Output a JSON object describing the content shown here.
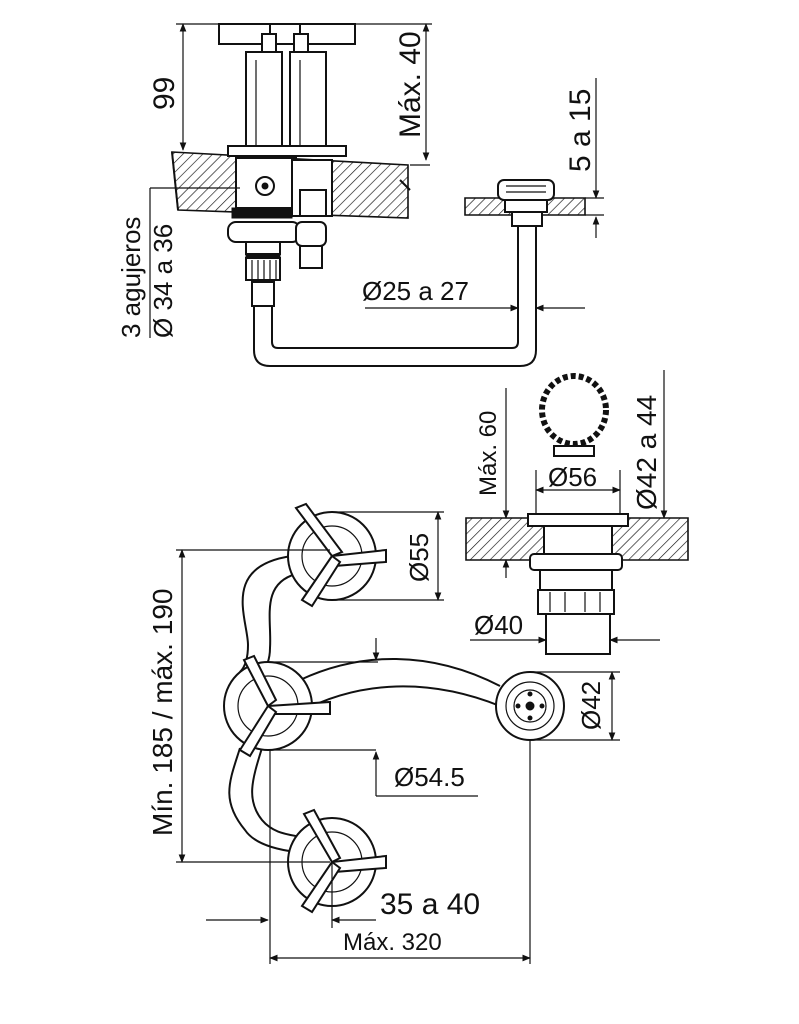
{
  "labels": {
    "height_99": "99",
    "max_40": "Máx. 40",
    "range_5_15": "5 a 15",
    "holes_title": "3 agujeros",
    "holes_diameter": "Ø 34 a 36",
    "pipe_diameter": "Ø25 a 27",
    "max_60": "Máx. 60",
    "diam_56": "Ø56",
    "diam_42_44": "Ø42 a 44",
    "diam_55": "Ø55",
    "diam_40": "Ø40",
    "diam_42": "Ø42",
    "spacing_range": "Mín. 185 / máx. 190",
    "diam_54_5": "Ø54.5",
    "range_35_40": "35 a 40",
    "max_320": "Máx. 320"
  },
  "colors": {
    "line": "#111111",
    "background": "#ffffff"
  }
}
